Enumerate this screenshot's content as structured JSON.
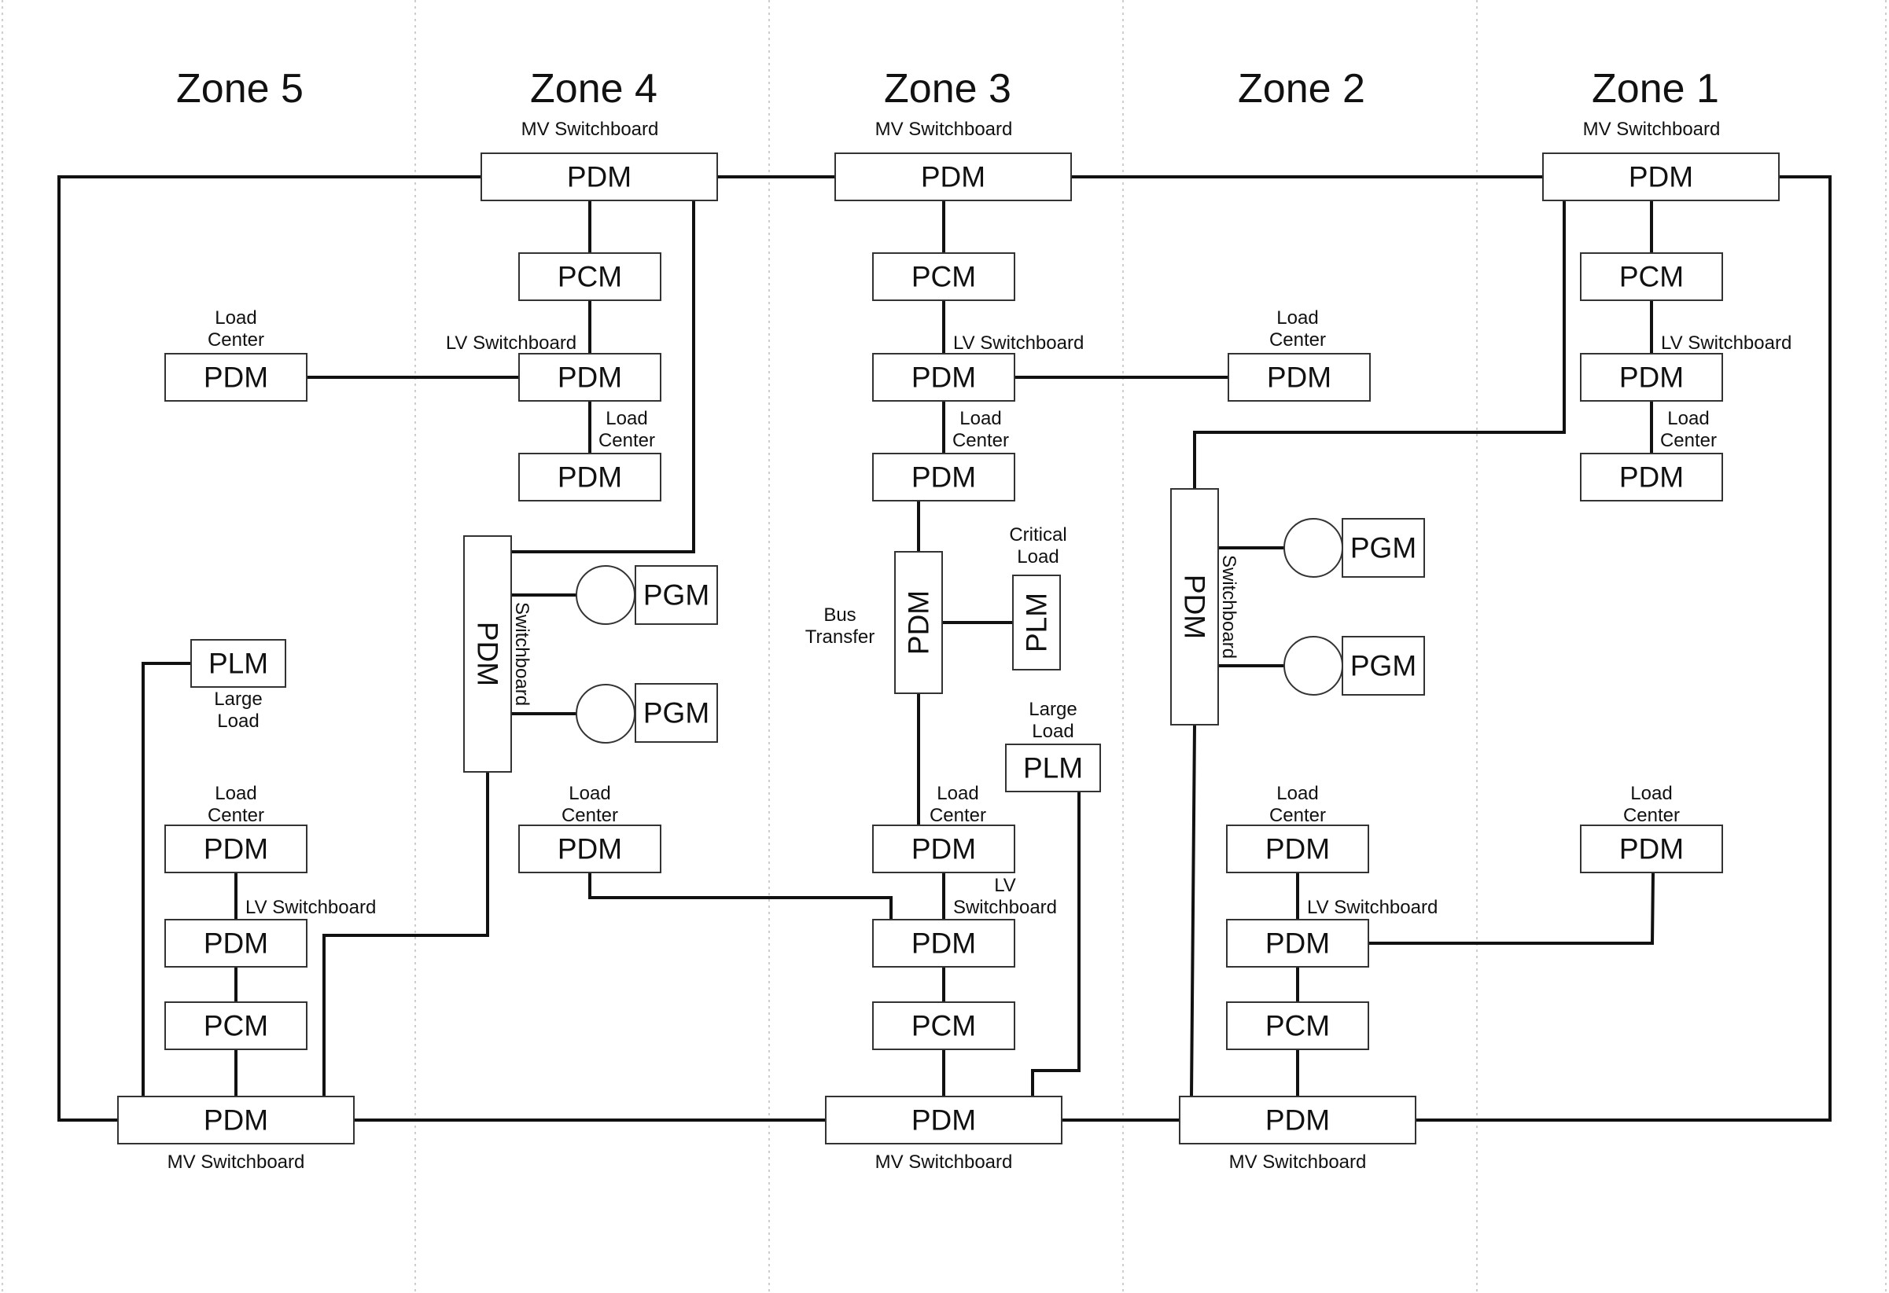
{
  "zones": [
    "Zone 5",
    "Zone 4",
    "Zone 3",
    "Zone 2",
    "Zone 1"
  ],
  "modules": {
    "pdm": "PDM",
    "pcm": "PCM",
    "plm": "PLM",
    "pgm": "PGM"
  },
  "labels": {
    "mv_switchboard": "MV Switchboard",
    "lv_switchboard": "LV Switchboard",
    "switchboard": "Switchboard",
    "load": "Load",
    "center": "Center",
    "large": "Large",
    "critical": "Critical",
    "bus": "Bus",
    "transfer": "Transfer",
    "lv": "LV"
  }
}
